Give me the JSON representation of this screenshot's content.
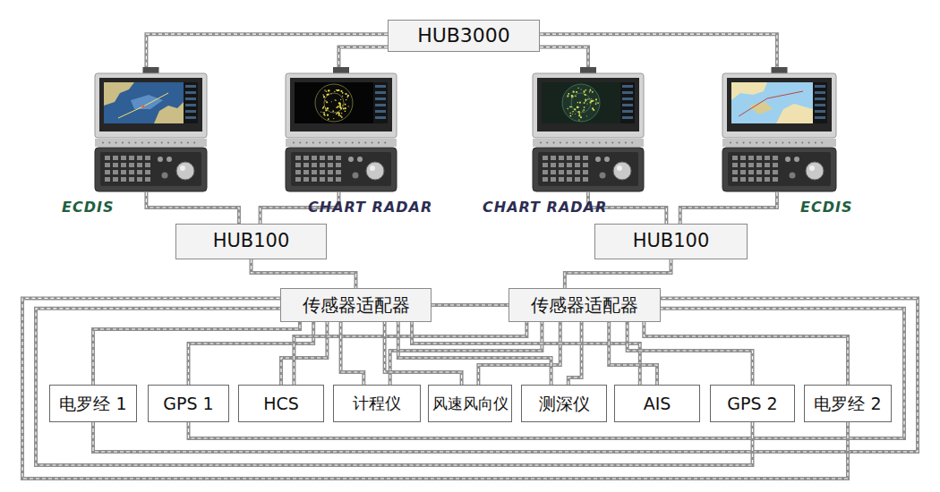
{
  "diagram": {
    "nodes": [
      {
        "text": [
          "HUB3000"
        ]
      },
      {
        "text": [
          "ECDIS"
        ]
      },
      {
        "text": [
          "CHART RADAR"
        ]
      },
      {
        "text": [
          "CHART RADAR"
        ]
      },
      {
        "text": [
          "ECDIS"
        ]
      },
      {
        "text": [
          "HUB100"
        ]
      },
      {
        "text": [
          "HUB100"
        ]
      },
      {
        "text": [
          "传感器适配器"
        ]
      },
      {
        "text": [
          "传感器适配器"
        ]
      },
      {
        "text": [
          "电罗经 1"
        ]
      },
      {
        "text": [
          "GPS 1"
        ]
      },
      {
        "text": [
          "HCS"
        ]
      },
      {
        "text": [
          "计程仪"
        ]
      },
      {
        "text": [
          "风速风向仪"
        ]
      },
      {
        "text": [
          "测深仪"
        ]
      },
      {
        "text": [
          "AIS"
        ]
      },
      {
        "text": [
          "GPS 2"
        ]
      },
      {
        "text": [
          "电罗经 2"
        ]
      }
    ],
    "edges": [
      {
        "from": 0,
        "to": 1,
        "arrow": "none"
      },
      {
        "from": 0,
        "to": 2,
        "arrow": "none"
      },
      {
        "from": 0,
        "to": 3,
        "arrow": "none"
      },
      {
        "from": 0,
        "to": 4,
        "arrow": "none"
      },
      {
        "from": 1,
        "to": 5,
        "arrow": "none"
      },
      {
        "from": 2,
        "to": 5,
        "arrow": "none"
      },
      {
        "from": 3,
        "to": 6,
        "arrow": "none"
      },
      {
        "from": 4,
        "to": 6,
        "arrow": "none"
      },
      {
        "from": 5,
        "to": 7,
        "arrow": "none"
      },
      {
        "from": 6,
        "to": 8,
        "arrow": "none"
      },
      {
        "from": 7,
        "to": 8,
        "arrow": "none"
      },
      {
        "from": 9,
        "to": 7,
        "arrow": "none"
      },
      {
        "from": 9,
        "to": 8,
        "arrow": "none"
      },
      {
        "from": 10,
        "to": 7,
        "arrow": "none"
      },
      {
        "from": 10,
        "to": 8,
        "arrow": "none"
      },
      {
        "from": 11,
        "to": 7,
        "arrow": "none"
      },
      {
        "from": 11,
        "to": 8,
        "arrow": "none"
      },
      {
        "from": 12,
        "to": 7,
        "arrow": "none"
      },
      {
        "from": 12,
        "to": 8,
        "arrow": "none"
      },
      {
        "from": 13,
        "to": 7,
        "arrow": "none"
      },
      {
        "from": 13,
        "to": 8,
        "arrow": "none"
      },
      {
        "from": 14,
        "to": 7,
        "arrow": "none"
      },
      {
        "from": 14,
        "to": 8,
        "arrow": "none"
      },
      {
        "from": 15,
        "to": 7,
        "arrow": "none"
      },
      {
        "from": 15,
        "to": 8,
        "arrow": "none"
      },
      {
        "from": 16,
        "to": 7,
        "arrow": "none"
      },
      {
        "from": 16,
        "to": 8,
        "arrow": "none"
      },
      {
        "from": 17,
        "to": 7,
        "arrow": "none"
      },
      {
        "from": 17,
        "to": 8,
        "arrow": "none"
      }
    ]
  }
}
